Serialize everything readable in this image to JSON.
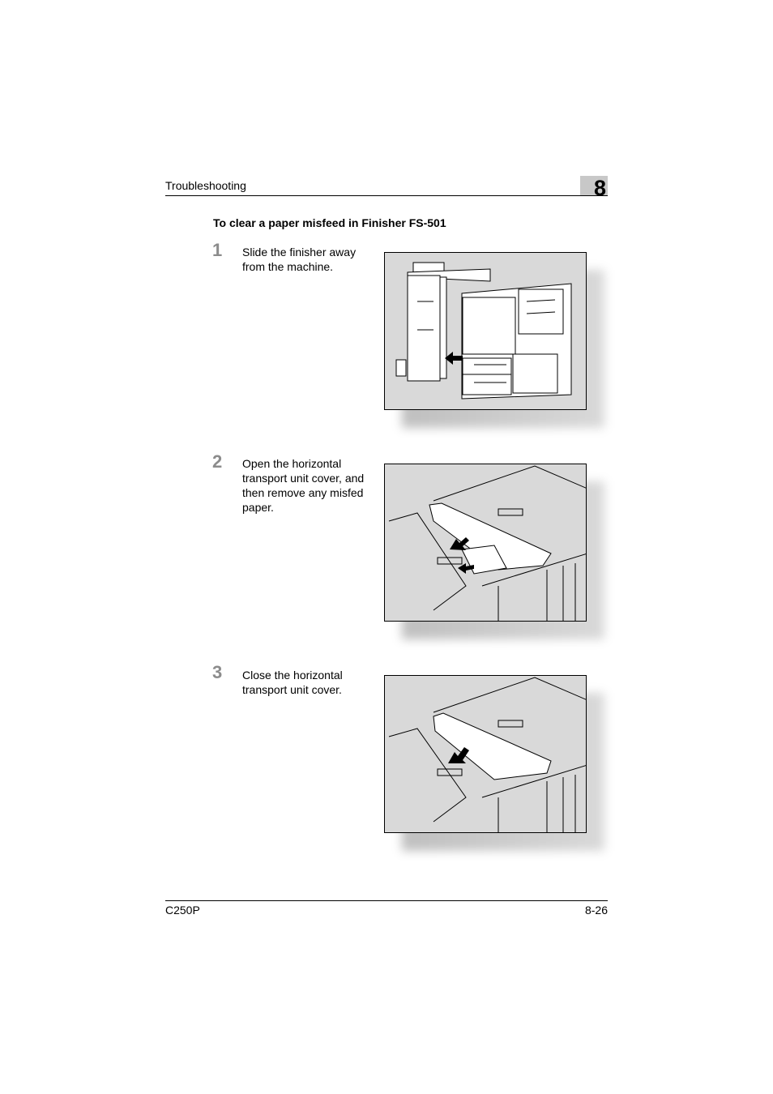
{
  "header": {
    "title": "Troubleshooting",
    "chapter": "8"
  },
  "section": {
    "title": "To clear a paper misfeed in Finisher FS-501"
  },
  "steps": [
    {
      "number": "1",
      "text": "Slide the finisher away from the machine.",
      "illustration": "finisher-slide-illustration"
    },
    {
      "number": "2",
      "text": "Open the horizontal transport unit cover, and then remove any misfed paper.",
      "illustration": "transport-cover-open-illustration"
    },
    {
      "number": "3",
      "text": "Close the horizontal transport unit cover.",
      "illustration": "transport-cover-close-illustration"
    }
  ],
  "footer": {
    "model": "C250P",
    "page": "8-26"
  }
}
